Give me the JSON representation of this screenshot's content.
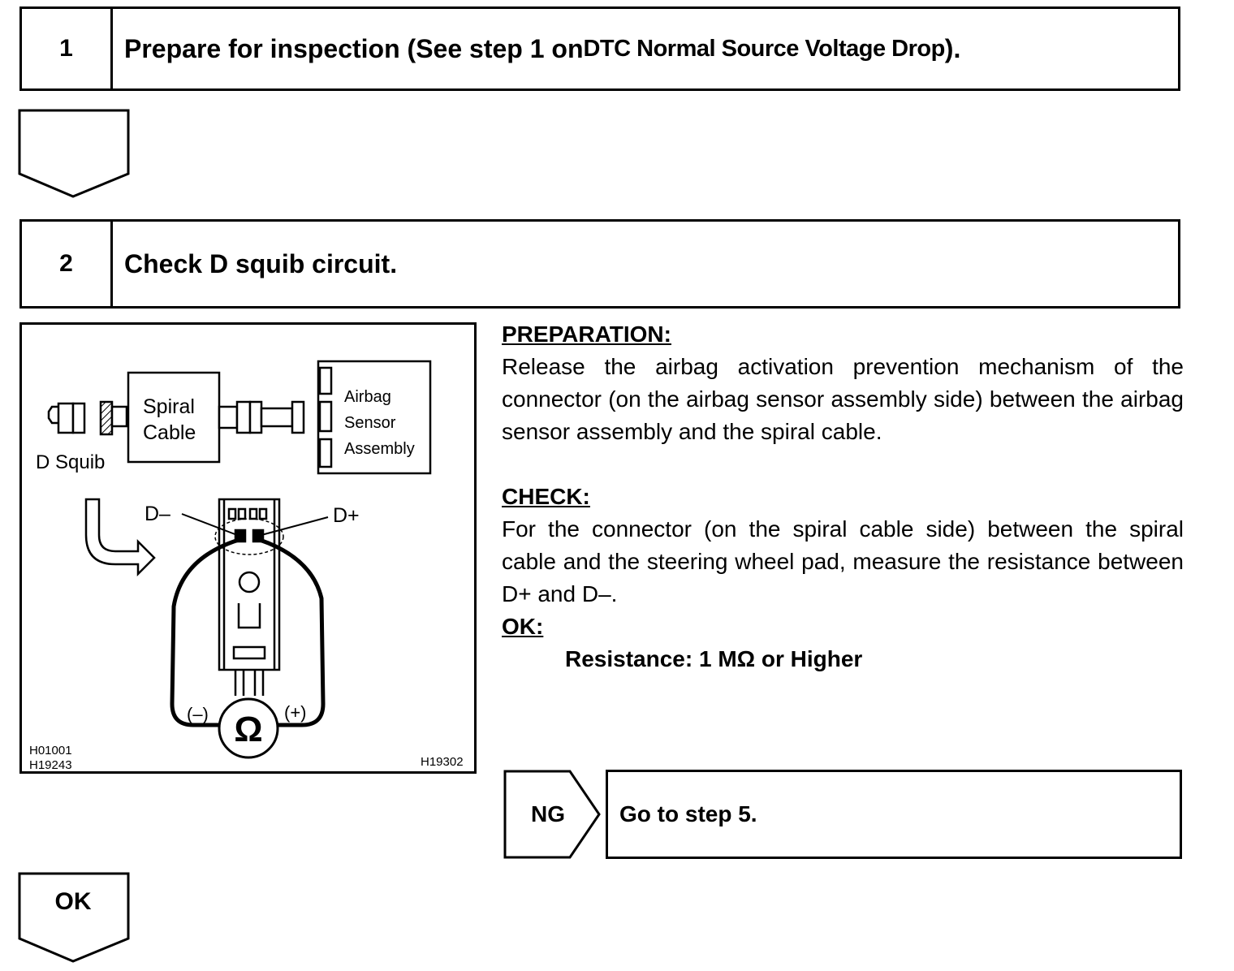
{
  "step1": {
    "number": "1",
    "title_prefix": "Prepare for inspection (See step 1 on ",
    "title_ref": "DTC Normal Source Voltage Drop",
    "title_suffix": ")."
  },
  "step2": {
    "number": "2",
    "title": "Check D squib circuit."
  },
  "figure": {
    "d_squib": "D Squib",
    "spiral_line1": "Spiral",
    "spiral_line2": "Cable",
    "airbag_line1": "Airbag",
    "airbag_line2": "Sensor",
    "airbag_line3": "Assembly",
    "d_minus": "D–",
    "d_plus": "D+",
    "meter_minus": "(–)",
    "meter_plus": "(+)",
    "ohm_symbol": "Ω",
    "code_left_1": "H01001",
    "code_left_2": "H19243",
    "code_right": "H19302"
  },
  "instructions": {
    "preparation_header": "PREPARATION:",
    "preparation_text": "Release the airbag activation prevention mechanism of the connector (on the airbag sensor assembly side) between the airbag sensor assembly and the spiral cable.",
    "check_header": "CHECK:",
    "check_text": "For the connector (on the spiral cable side) between the spiral cable and the steering wheel pad, measure the resistance between D+ and D–.",
    "ok_header": "OK:",
    "ok_spec": "Resistance: 1 MΩ or Higher"
  },
  "ng": {
    "label": "NG",
    "target": "Go to step 5."
  },
  "ok": {
    "label": "OK"
  }
}
